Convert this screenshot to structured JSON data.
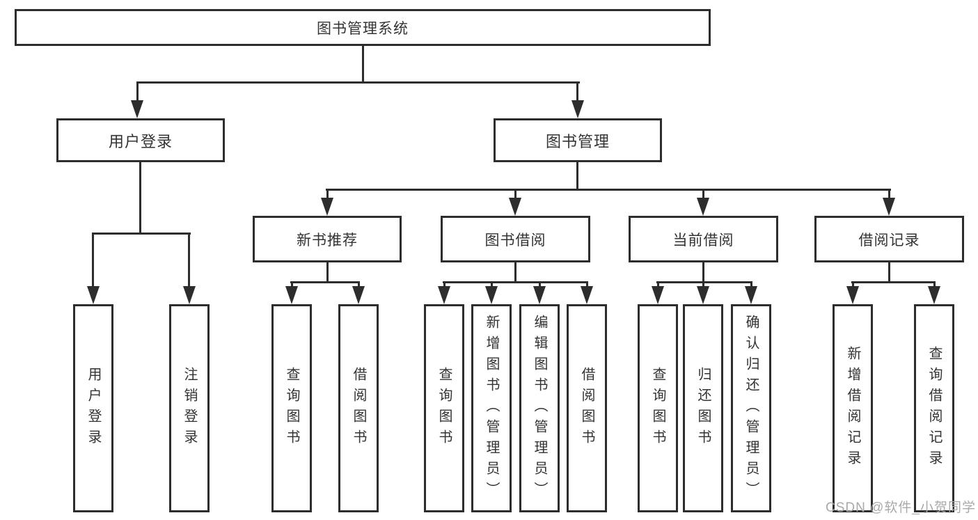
{
  "colors": {
    "line": "#2d2d2d",
    "text": "#333333",
    "watermark": "#a9a9a9",
    "background": "#ffffff"
  },
  "watermark": "CSDN @软件_小贺同学",
  "tree": {
    "root": {
      "label": "图书管理系统"
    },
    "branches": [
      {
        "label": "用户登录",
        "children": [
          {
            "label": "用户登录"
          },
          {
            "label": "注销登录"
          }
        ]
      },
      {
        "label": "图书管理",
        "sections": [
          {
            "label": "新书推荐",
            "children": [
              {
                "label": "查询图书"
              },
              {
                "label": "借阅图书"
              }
            ]
          },
          {
            "label": "图书借阅",
            "children": [
              {
                "label": "查询图书"
              },
              {
                "label": "新增图书（管理员）"
              },
              {
                "label": "编辑图书（管理员）"
              },
              {
                "label": "借阅图书"
              }
            ]
          },
          {
            "label": "当前借阅",
            "children": [
              {
                "label": "查询图书"
              },
              {
                "label": "归还图书"
              },
              {
                "label": "确认归还（管理员）"
              }
            ]
          },
          {
            "label": "借阅记录",
            "children": [
              {
                "label": "新增借阅记录"
              },
              {
                "label": "查询借阅记录"
              }
            ]
          }
        ]
      }
    ]
  }
}
